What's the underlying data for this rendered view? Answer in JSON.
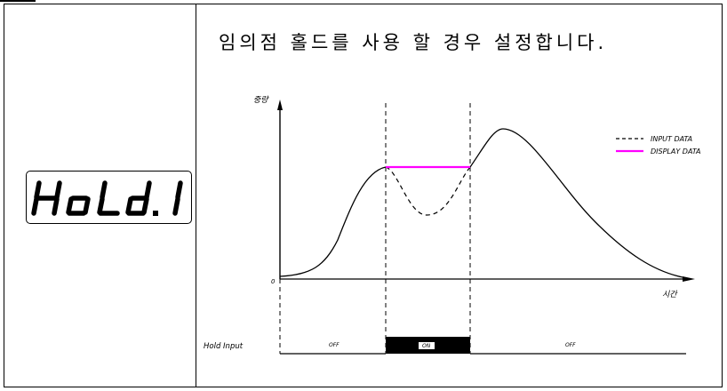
{
  "heading": "임의점 홀드를 사용 할 경우 설정합니다.",
  "display": {
    "text": "Hold.1"
  },
  "diagram": {
    "y_axis_label": "중량",
    "x_axis_label": "시간",
    "origin_label": "0",
    "legend": {
      "input_data": "INPUT DATA",
      "display_data": "DISPLAY DATA"
    },
    "hold_input_label": "Hold Input",
    "state_off_left": "OFF",
    "state_on": "ON",
    "state_off_right": "OFF"
  },
  "colors": {
    "display_data": "#ff00ff",
    "line": "#000000"
  }
}
